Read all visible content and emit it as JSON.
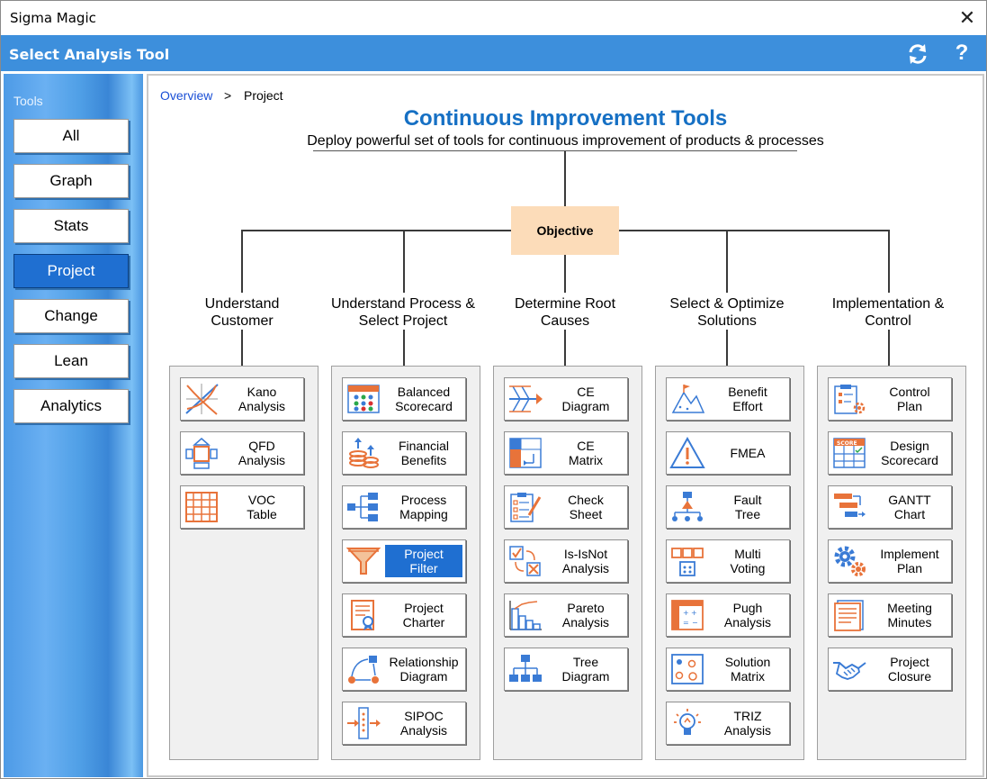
{
  "window": {
    "title": "Sigma Magic",
    "close_symbol": "✕"
  },
  "header": {
    "title": "Select Analysis Tool",
    "help_symbol": "?"
  },
  "sidebar": {
    "label": "Tools",
    "items": [
      {
        "label": "All"
      },
      {
        "label": "Graph"
      },
      {
        "label": "Stats"
      },
      {
        "label": "Project",
        "active": true
      },
      {
        "label": "Change"
      },
      {
        "label": "Lean"
      },
      {
        "label": "Analytics"
      }
    ]
  },
  "breadcrumb": {
    "root": "Overview",
    "separator": ">",
    "current": "Project"
  },
  "main": {
    "title": "Continuous Improvement Tools",
    "subtitle": "Deploy powerful set of tools for continuous improvement of products & processes",
    "objective": "Objective"
  },
  "categories": [
    {
      "label": "Understand\nCustomer",
      "tools": [
        {
          "label": "Kano\nAnalysis",
          "icon": "kano-icon"
        },
        {
          "label": "QFD\nAnalysis",
          "icon": "qfd-icon"
        },
        {
          "label": "VOC\nTable",
          "icon": "voc-table-icon"
        }
      ]
    },
    {
      "label": "Understand Process &\nSelect Project",
      "tools": [
        {
          "label": "Balanced\nScorecard",
          "icon": "scorecard-icon"
        },
        {
          "label": "Financial\nBenefits",
          "icon": "coins-icon"
        },
        {
          "label": "Process\nMapping",
          "icon": "process-map-icon"
        },
        {
          "label": "Project\nFilter",
          "icon": "funnel-icon",
          "selected": true
        },
        {
          "label": "Project\nCharter",
          "icon": "charter-icon"
        },
        {
          "label": "Relationship\nDiagram",
          "icon": "relationship-icon"
        },
        {
          "label": "SIPOC\nAnalysis",
          "icon": "sipoc-icon"
        }
      ]
    },
    {
      "label": "Determine Root\nCauses",
      "tools": [
        {
          "label": "CE\nDiagram",
          "icon": "fishbone-icon"
        },
        {
          "label": "CE\nMatrix",
          "icon": "matrix-icon"
        },
        {
          "label": "Check\nSheet",
          "icon": "checksheet-icon"
        },
        {
          "label": "Is-IsNot\nAnalysis",
          "icon": "isisnot-icon"
        },
        {
          "label": "Pareto\nAnalysis",
          "icon": "pareto-icon"
        },
        {
          "label": "Tree\nDiagram",
          "icon": "tree-icon"
        }
      ]
    },
    {
      "label": "Select & Optimize\nSolutions",
      "tools": [
        {
          "label": "Benefit\nEffort",
          "icon": "benefit-effort-icon"
        },
        {
          "label": "FMEA",
          "icon": "warning-icon"
        },
        {
          "label": "Fault\nTree",
          "icon": "fault-tree-icon"
        },
        {
          "label": "Multi\nVoting",
          "icon": "voting-icon"
        },
        {
          "label": "Pugh\nAnalysis",
          "icon": "pugh-icon"
        },
        {
          "label": "Solution\nMatrix",
          "icon": "solution-matrix-icon"
        },
        {
          "label": "TRIZ\nAnalysis",
          "icon": "lightbulb-icon"
        }
      ]
    },
    {
      "label": "Implementation &\nControl",
      "tools": [
        {
          "label": "Control\nPlan",
          "icon": "control-plan-icon"
        },
        {
          "label": "Design\nScorecard",
          "icon": "design-scorecard-icon"
        },
        {
          "label": "GANTT\nChart",
          "icon": "gantt-icon"
        },
        {
          "label": "Implement\nPlan",
          "icon": "gears-icon"
        },
        {
          "label": "Meeting\nMinutes",
          "icon": "minutes-icon"
        },
        {
          "label": "Project\nClosure",
          "icon": "handshake-icon"
        }
      ]
    }
  ],
  "colors": {
    "accent_blue": "#1f6fd1",
    "header_blue": "#3d8fdc",
    "title_blue": "#1670c4",
    "icon_orange": "#e8733a",
    "objective_fill": "#fcdcb9"
  }
}
